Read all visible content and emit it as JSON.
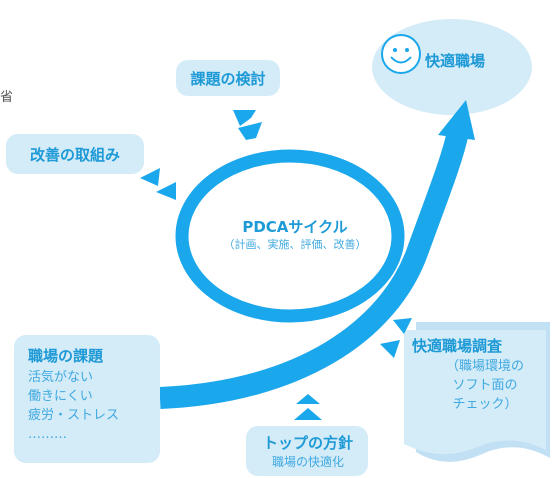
{
  "stray_char": "省",
  "cycle": {
    "title": "PDCAサイクル",
    "subtitle": "（計画、実施、評価、改善）"
  },
  "goal": {
    "label": "快適職場",
    "icon": "smiley-face-icon"
  },
  "task_review": {
    "label": "課題の検討"
  },
  "improvement": {
    "label": "改善の取組み"
  },
  "workplace_issues": {
    "title": "職場の課題",
    "lines": [
      "活気がない",
      "働きにくい",
      "疲労・ストレス",
      "………"
    ]
  },
  "policy": {
    "title": "トップの方針",
    "subtitle": "職場の快適化"
  },
  "survey": {
    "title": "快適職場調査",
    "lines": [
      "（職場環境の",
      "ソフト面の",
      "チェック）"
    ]
  },
  "colors": {
    "arrow": "#1aa7ec",
    "box": "#d4ebf8",
    "text": "#1e9ad6"
  }
}
